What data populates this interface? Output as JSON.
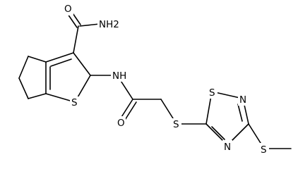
{
  "atom_labels": {
    "amide_nh2": "NH2",
    "amide_o": "O",
    "thiophene_s": "S",
    "linker_nh": "NH",
    "carbonyl_o": "O",
    "thioether_s": "S",
    "thiadiazole_s": "S",
    "thiadiazole_n_upper": "N",
    "thiadiazole_n_lower": "N",
    "methylthio_s": "S"
  },
  "colors": {
    "bond": "#000000",
    "text": "#000000",
    "background": "#ffffff"
  }
}
